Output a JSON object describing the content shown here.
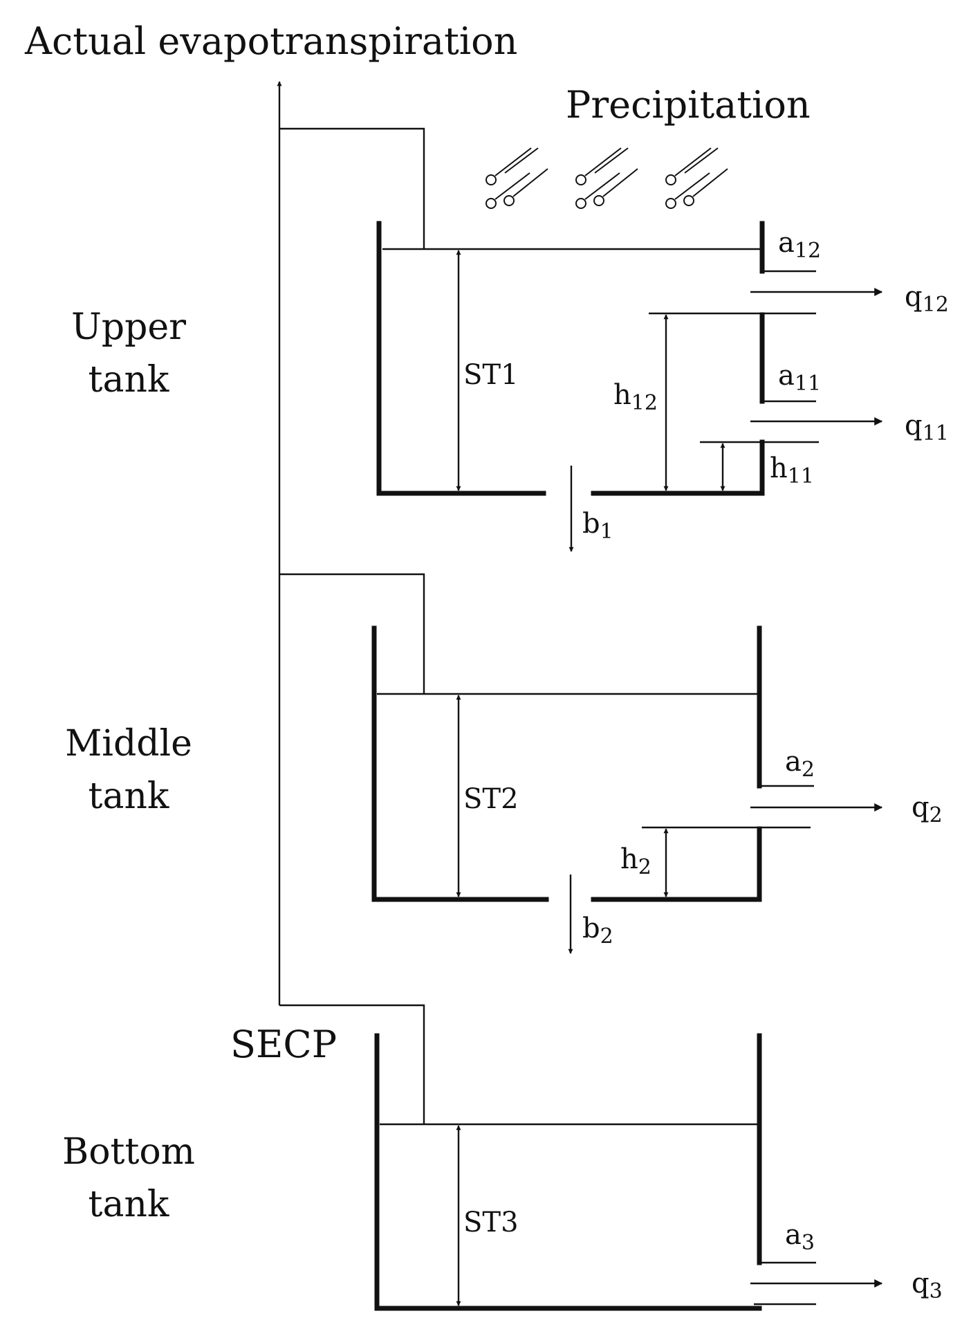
{
  "labels": {
    "evapotranspiration": "Actual evapotranspiration",
    "precipitation": "Precipitation",
    "upper_tank": [
      "Upper",
      "tank"
    ],
    "middle_tank": [
      "Middle",
      "tank"
    ],
    "bottom_tank": [
      "Bottom",
      "tank"
    ],
    "secp": "SECP"
  },
  "tanks": {
    "upper": {
      "storage": "ST1",
      "outlets": [
        {
          "a": {
            "base": "a",
            "sub": "12"
          },
          "q": {
            "base": "q",
            "sub": "12"
          },
          "h": {
            "base": "h",
            "sub": "12"
          }
        },
        {
          "a": {
            "base": "a",
            "sub": "11"
          },
          "q": {
            "base": "q",
            "sub": "11"
          },
          "h": {
            "base": "h",
            "sub": "11"
          }
        }
      ],
      "bottom_outlet": {
        "base": "b",
        "sub": "1"
      }
    },
    "middle": {
      "storage": "ST2",
      "outlets": [
        {
          "a": {
            "base": "a",
            "sub": "2"
          },
          "q": {
            "base": "q",
            "sub": "2"
          },
          "h": {
            "base": "h",
            "sub": "2"
          }
        }
      ],
      "bottom_outlet": {
        "base": "b",
        "sub": "2"
      }
    },
    "bottom": {
      "storage": "ST3",
      "outlets": [
        {
          "a": {
            "base": "a",
            "sub": "3"
          },
          "q": {
            "base": "q",
            "sub": "3"
          }
        }
      ]
    }
  },
  "icons": {
    "rain": "raindrop-streak-icon"
  }
}
